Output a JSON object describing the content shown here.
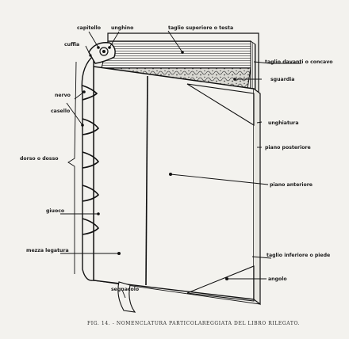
{
  "labels": {
    "capitello": "capitello",
    "unghino": "unghino",
    "taglio_superiore": "taglio superiore o testa",
    "cuffia": "cuffia",
    "taglio_davanti": "taglio davanti o concavo",
    "sguardia": "sguardia",
    "nervo": "nervo",
    "casello": "casello",
    "unghiatura": "unghiatura",
    "piano_posteriore": "piano posteriore",
    "dorso": "dorso o dosso",
    "piano_anteriore": "piano anteriore",
    "giuoco": "giuoco",
    "taglio_inferiore": "taglio inferiore o piede",
    "mezza_legatura": "mezza legatura",
    "angolo": "angolo",
    "segnacolo": "segnacolo"
  },
  "caption": "FIG. 14. - NOMENCLATURA PARTICOLAREGGIATA DEL LIBRO RILEGATO.",
  "colors": {
    "ink": "#111111",
    "paper": "#f3f2ee",
    "marbled": "#8a8a86"
  }
}
